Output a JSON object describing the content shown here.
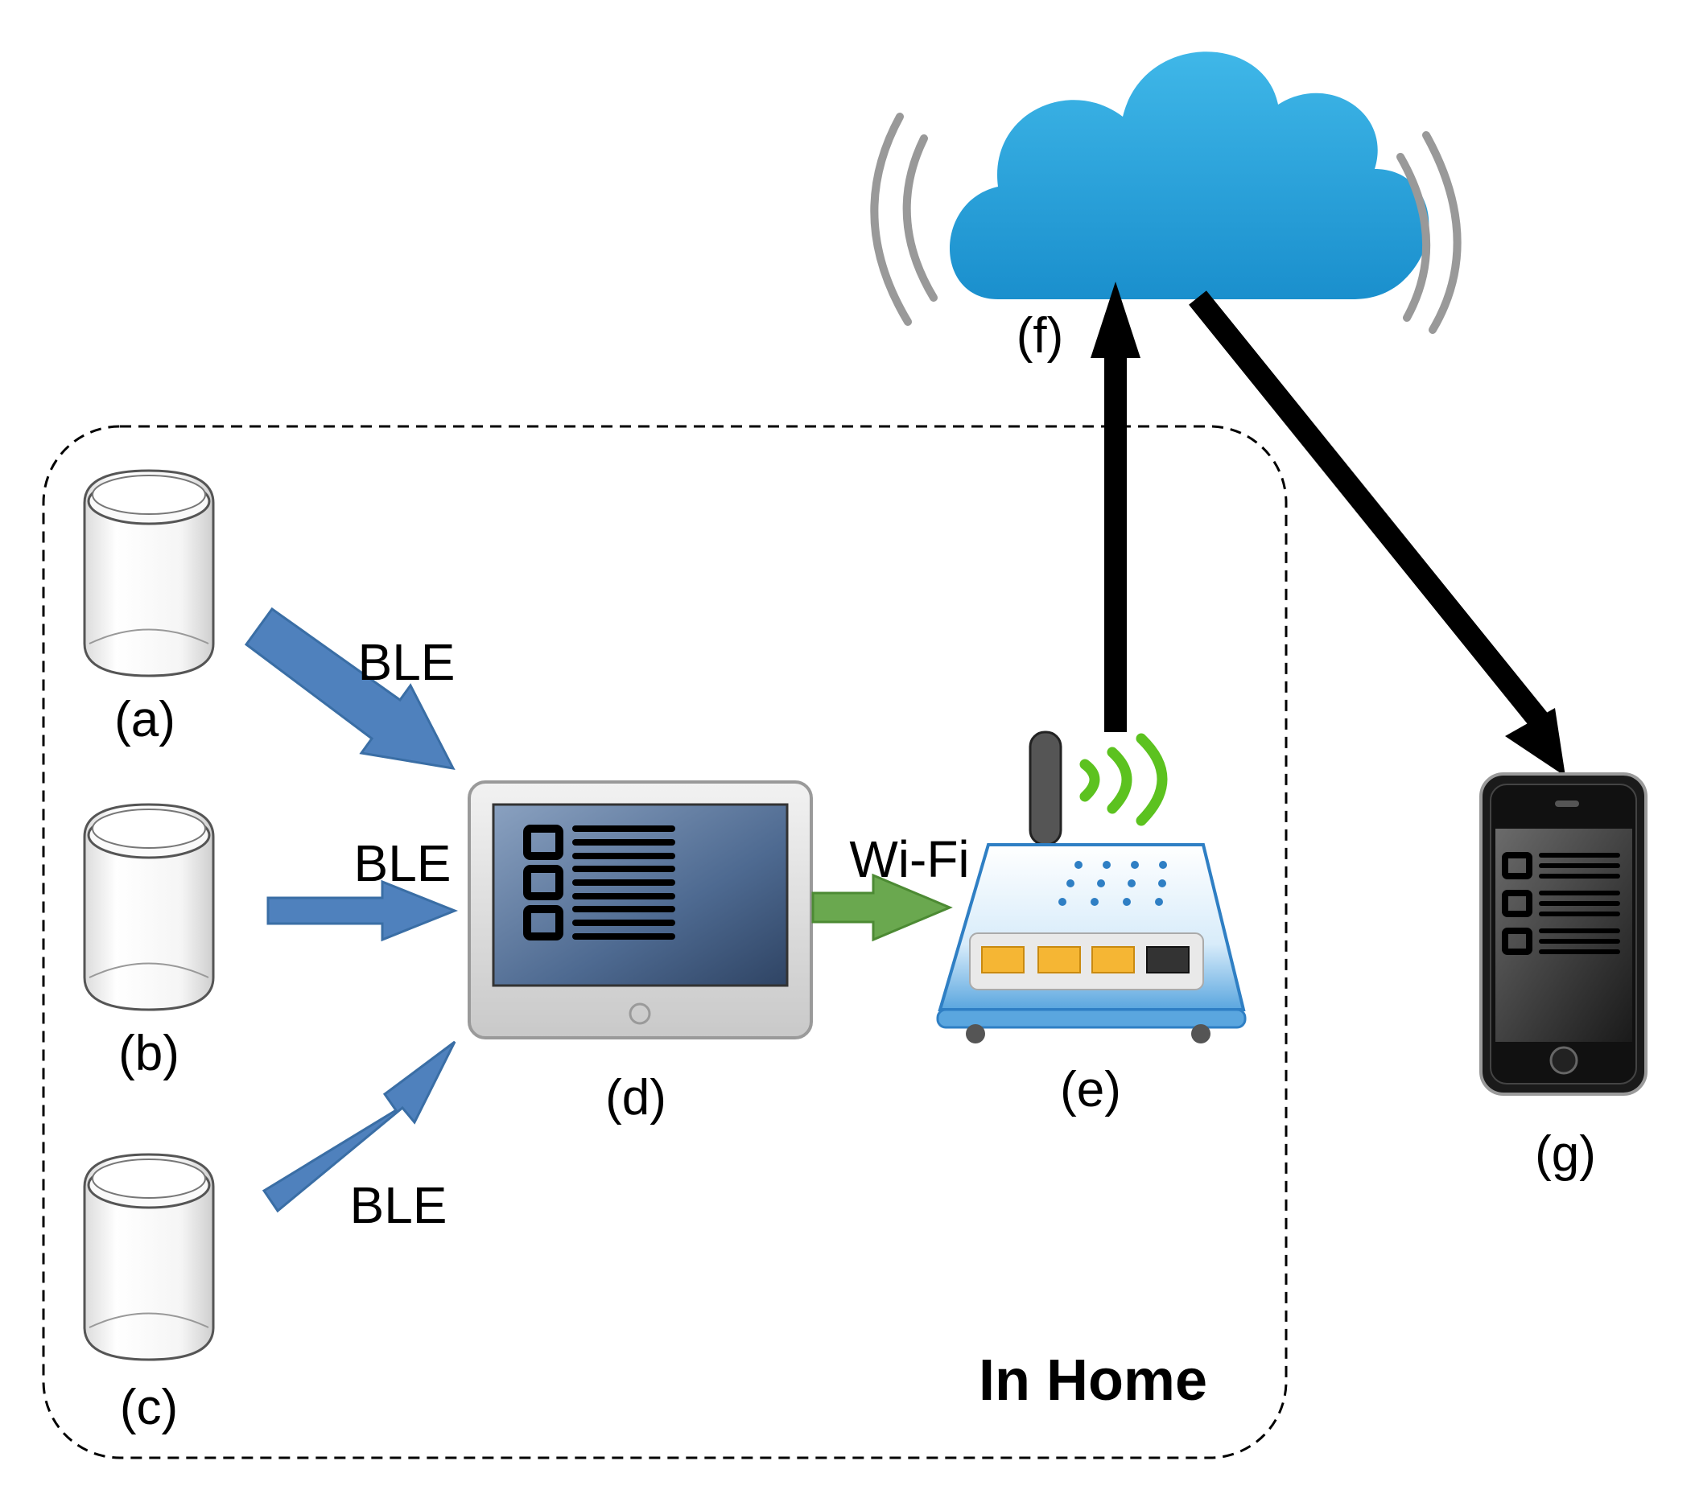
{
  "diagram": {
    "container_label": "In Home",
    "labels": {
      "a": "(a)",
      "b": "(b)",
      "c": "(c)",
      "d": "(d)",
      "e": "(e)",
      "f": "(f)",
      "g": "(g)"
    },
    "links": {
      "ble_1": "BLE",
      "ble_2": "BLE",
      "ble_3": "BLE",
      "wifi": "Wi-Fi"
    },
    "colors": {
      "ble_arrow": "#4f81bd",
      "wifi_arrow": "#6aa84f",
      "cloud": "#29a8df",
      "signal_green": "#5cc21f",
      "internet_arrow": "#000000"
    }
  }
}
